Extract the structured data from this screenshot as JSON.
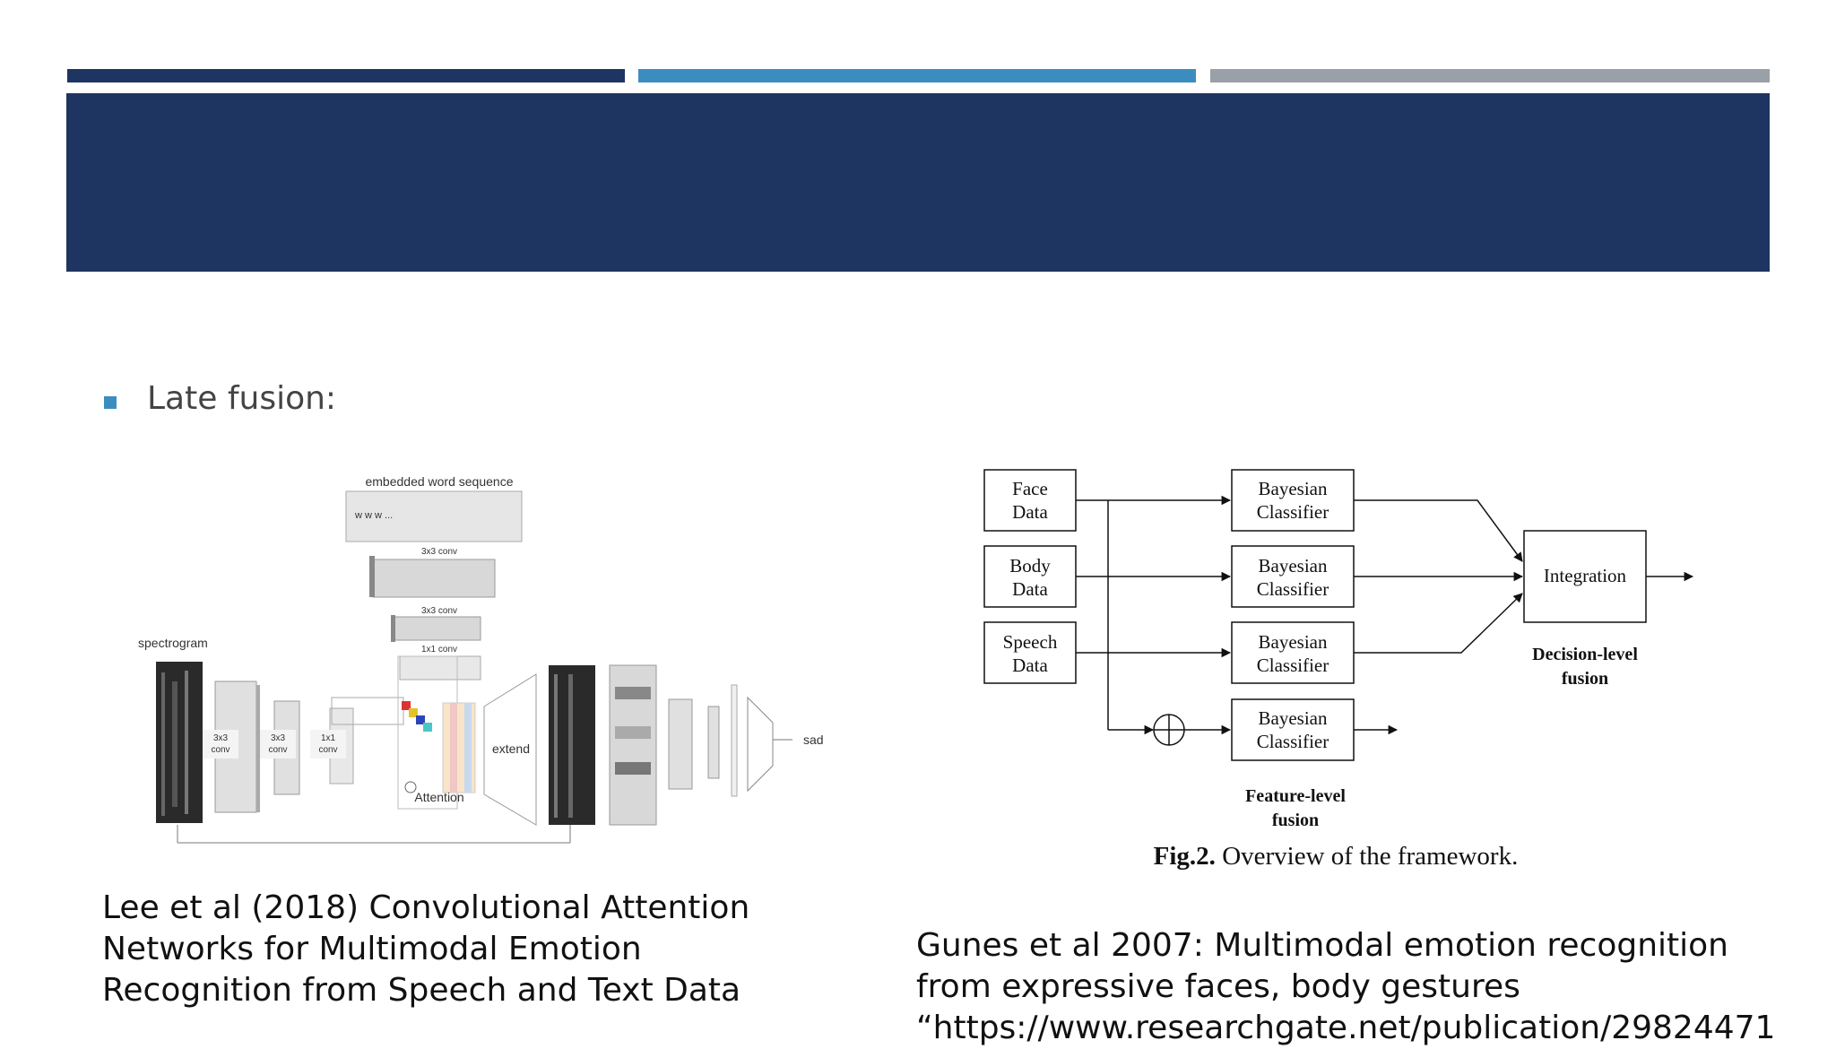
{
  "bullet": {
    "text": "Late fusion:"
  },
  "left_figure": {
    "top_label": "embedded word sequence",
    "word_tokens": "w  w  w  ...",
    "conv_top1": "3x3 conv",
    "conv_top2": "3x3 conv",
    "conv_top3": "1x1 conv",
    "spectrogram_label": "spectrogram",
    "conv_a": [
      "3x3",
      "conv"
    ],
    "conv_b": [
      "3x3",
      "conv"
    ],
    "conv_c": [
      "1x1",
      "conv"
    ],
    "extend_label": "extend",
    "attention_label": "Attention",
    "output_label": "sad"
  },
  "right_figure": {
    "inputs": [
      [
        "Face",
        "Data"
      ],
      [
        "Body",
        "Data"
      ],
      [
        "Speech",
        "Data"
      ]
    ],
    "classifier": [
      "Bayesian",
      "Classifier"
    ],
    "integration": "Integration",
    "decision_fusion": [
      "Decision-level",
      "fusion"
    ],
    "feature_fusion": [
      "Feature-level",
      "fusion"
    ],
    "fig_caption_bold": "Fig.2.",
    "fig_caption_text": " Overview of the framework."
  },
  "captions": {
    "left": [
      "Lee et al (2018) Convolutional Attention",
      "Networks for Multimodal Emotion",
      "Recognition from Speech and Text Data"
    ],
    "right": [
      "Gunes et al 2007: Multimodal emotion recognition",
      "from expressive faces, body gestures",
      "“https://www.researchgate.net/publication/29824471"
    ]
  },
  "colors": {
    "navy": "#1e3461",
    "blue": "#3b8dbf",
    "gray": "#9aa0a8"
  }
}
